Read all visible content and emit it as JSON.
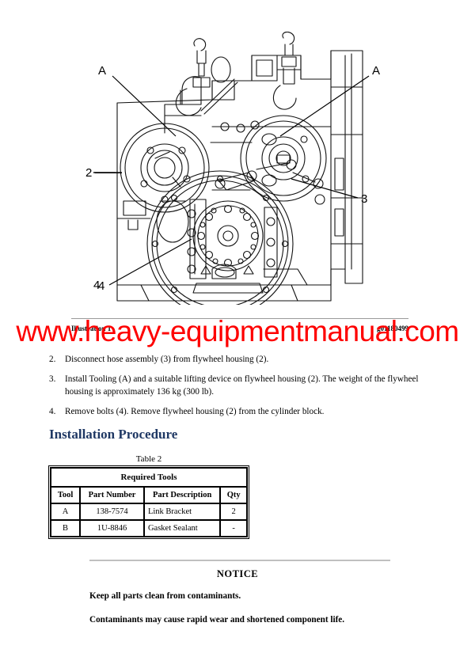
{
  "illustration": {
    "caption_label": "Illustration 1",
    "caption_id": "g01180499",
    "callouts": [
      "A",
      "A",
      "2",
      "3",
      "4"
    ],
    "alt": "Line drawing of engine flywheel housing with lifting brackets"
  },
  "watermark": {
    "text": "www.heavy-equipmentmanual.com",
    "color": "#fe0000"
  },
  "steps": [
    {
      "num": "2.",
      "text": "Disconnect hose assembly (3) from flywheel housing (2)."
    },
    {
      "num": "3.",
      "text": "Install Tooling (A) and a suitable lifting device on flywheel housing (2). The weight of the flywheel housing is approximately 136 kg (300 lb)."
    },
    {
      "num": "4.",
      "text": "Remove bolts (4). Remove flywheel housing (2) from the cylinder block."
    }
  ],
  "section": {
    "heading": "Installation Procedure",
    "heading_color": "#1f3864"
  },
  "table": {
    "title": "Table 2",
    "banner": "Required Tools",
    "headers": [
      "Tool",
      "Part Number",
      "Part Description",
      "Qty"
    ],
    "rows": [
      {
        "tool": "A",
        "part_number": "138-7574",
        "description": "Link Bracket",
        "qty": "2"
      },
      {
        "tool": "B",
        "part_number": "1U-8846",
        "description": "Gasket Sealant",
        "qty": "-"
      }
    ]
  },
  "notice": {
    "title": "NOTICE",
    "lines": [
      "Keep all parts clean from contaminants.",
      "Contaminants may cause rapid wear and shortened component life."
    ]
  }
}
